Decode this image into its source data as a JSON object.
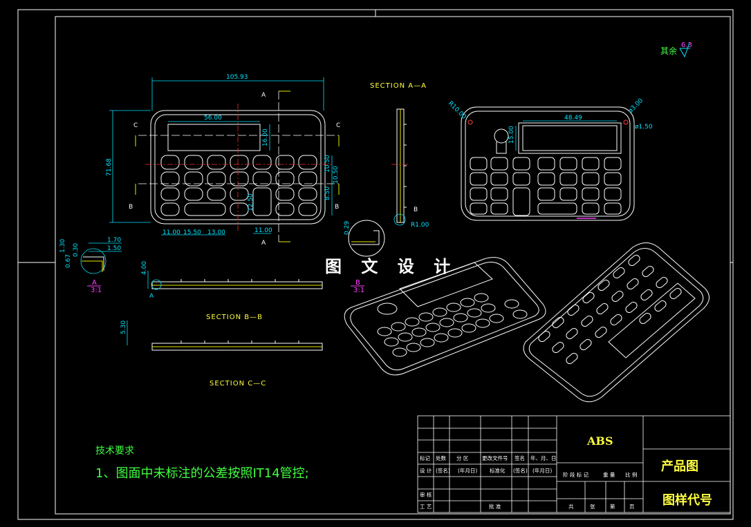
{
  "watermark": "图 文 设 计",
  "roughness": {
    "label": "其余",
    "value": "6.3"
  },
  "sections": {
    "aa": "SECTION A—A",
    "bb": "SECTION B—B",
    "cc": "SECTION C—C"
  },
  "markers": {
    "a": "A",
    "b": "B",
    "c": "C"
  },
  "detail_labels": {
    "a_top": "A",
    "a_bot": "3:1",
    "b_top": "B",
    "b_bot": "3:1"
  },
  "dims": {
    "width": "105.93",
    "height": "71.68",
    "window_w": "56.00",
    "window_h": "16.00",
    "key_h1": "10.50",
    "key_h2": "10.50",
    "key_h3": "8.50",
    "key_h4": "12.50",
    "pitch1": "11.00",
    "pitch2": "15.50",
    "pitch3": "13.00",
    "pitch4": "11.00",
    "da_130": "1.30",
    "da_067": "0.67",
    "da_030": "0.30",
    "da_170": "1.70",
    "da_150": "1.50",
    "db_029": "0.29",
    "bb_400": "4.00",
    "cc_530": "5.30",
    "iso_r10": "R10.00",
    "iso_d3": "ø3.00",
    "iso_d15": "ø1.50",
    "iso_4849": "48.49",
    "iso_1500": "15.00",
    "aa_r1": "R1.00"
  },
  "tech": {
    "title": "技术要求",
    "line1": "1、图面中未标注的公差按照IT14管控;"
  },
  "title_block": {
    "material": "ABS",
    "product": "产品图",
    "code": "图样代号",
    "row1": [
      "标记",
      "处数",
      "分 区",
      "更改文件号",
      "签名",
      "年、月、日"
    ],
    "row2": [
      "设 计",
      "(签名)",
      "(年月日)",
      "标准化",
      "(签名)",
      "(年月日)"
    ],
    "row2b": [
      "阶 段 标 记",
      "重 量",
      "比 例"
    ],
    "row3": [
      "审 核"
    ],
    "row4": [
      "工 艺",
      "批 准"
    ],
    "row4b": [
      "共",
      "张",
      "第",
      "页"
    ]
  }
}
